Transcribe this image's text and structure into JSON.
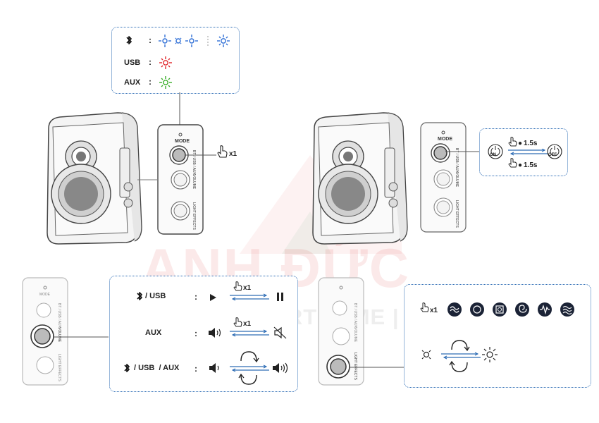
{
  "watermark": {
    "main": "ANH ĐỨC",
    "sub": "DIGITAL | SMARTHOME | AUDIO"
  },
  "mode_panel": {
    "rows": [
      {
        "source": "bluetooth",
        "icon": "bluetooth-icon",
        "label": "",
        "led": "blue-blinking"
      },
      {
        "source": "usb",
        "icon": "",
        "label": "USB",
        "led": "red-solid"
      },
      {
        "source": "aux",
        "icon": "",
        "label": "AUX",
        "led": "green-solid"
      }
    ],
    "colon": ":",
    "led_colors": {
      "blue": "#2f6fd6",
      "red": "#e0262b",
      "green": "#3aae2a"
    },
    "press": "x1"
  },
  "power_panel": {
    "on_label": "ON",
    "off_label": "OFF",
    "hold_on_to_off": "1.5s",
    "hold_off_to_on": "1.5s"
  },
  "volume_panel": {
    "rows": [
      {
        "source_icon": "bluetooth-icon",
        "label": "/ USB",
        "left_icon": "play-icon",
        "right_icon": "pause-icon",
        "action": "x1"
      },
      {
        "source_icon": "",
        "label": "AUX",
        "left_icon": "speaker-icon",
        "right_icon": "mute-icon",
        "action": "x1"
      },
      {
        "source_icon": "bluetooth-icon",
        "label": "/ USB  / AUX",
        "left_icon": "volume-down-icon",
        "right_icon": "volume-up-icon",
        "action": "rotate"
      }
    ],
    "colon": ":"
  },
  "light_panel": {
    "press": "x1",
    "effects": [
      "wave-icon",
      "circle-icon",
      "square-icon",
      "spiral-icon",
      "pulse-icon",
      "waves-icon"
    ],
    "accent": "#1b2336"
  },
  "speaker_back_labels": {
    "mode": "MODE",
    "switch": "BT / USB / AUX",
    "volume": "VOLUME",
    "light": "LIGHT EFFECTS"
  }
}
